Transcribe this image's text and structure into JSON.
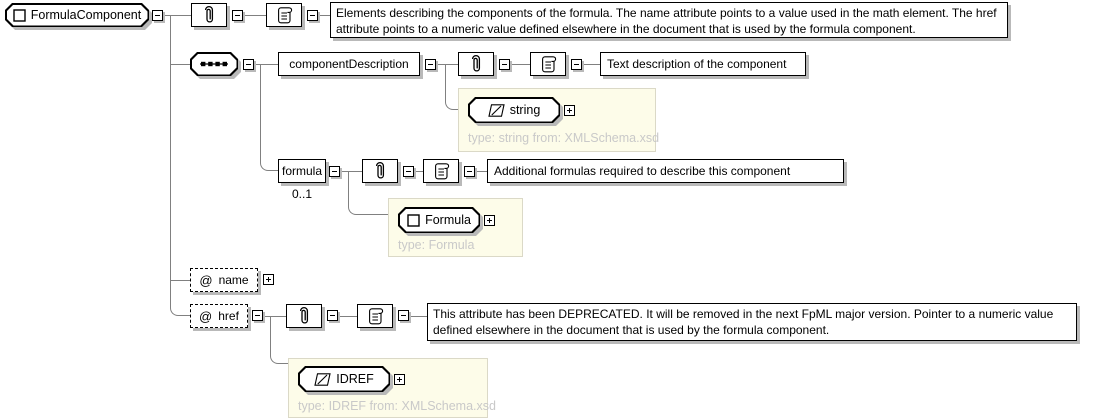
{
  "root": {
    "label": "FormulaComponent",
    "doc": "Elements describing the components of the formula. The name attribute points to a value used in the math element. The href attribute points to a numeric value defined elsewhere in the document that is used by the formula component."
  },
  "component_description": {
    "label": "componentDescription",
    "doc": "Text description of the component",
    "type_label": "string",
    "type_note": "type: string from: XMLSchema.xsd"
  },
  "formula": {
    "label": "formula",
    "occurs": "0..1",
    "doc": "Additional formulas required to describe this component",
    "type_label": "Formula",
    "type_note": "type: Formula"
  },
  "attr_name": {
    "prefix": "@",
    "label": "name"
  },
  "attr_href": {
    "prefix": "@",
    "label": "href",
    "doc": "This attribute has been DEPRECATED. It will be removed in the next FpML major version. Pointer to a numeric value defined elsewhere in the document that is used by the formula component.",
    "type_label": "IDREF",
    "type_note": "type: IDREF from: XMLSchema.xsd"
  },
  "icons": {
    "complex_type": "square-outline",
    "simple_type": "parallelogram-diagonal",
    "sequence": "squares-chain",
    "annotation": "paperclip",
    "documentation": "scroll",
    "collapse": "minus-box",
    "expand": "plus-box"
  },
  "colors": {
    "type_area_fill": "#fdfce9",
    "type_area_border": "#dbd9c7",
    "shadow": "#b9b9b9",
    "connector": "#808080",
    "type_note_text": "#c9c9c9"
  }
}
